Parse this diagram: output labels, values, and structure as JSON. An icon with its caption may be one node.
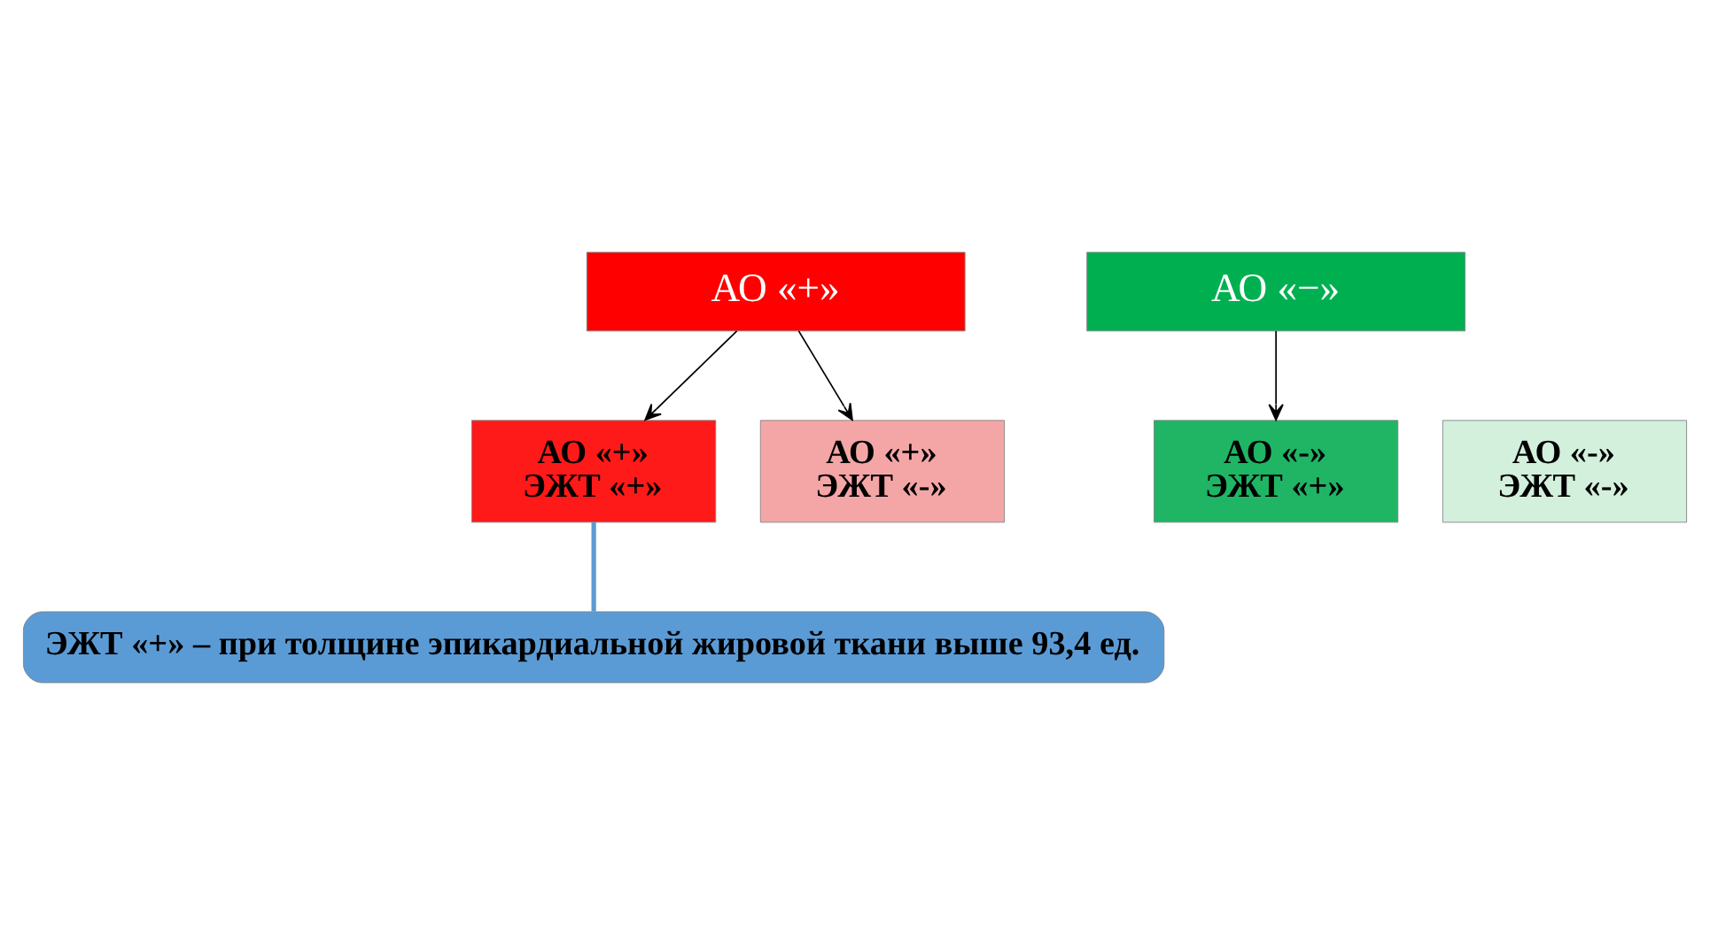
{
  "diagram": {
    "nodes": [
      {
        "text": [
          "АО «+»"
        ]
      },
      {
        "text": [
          "АО «−»"
        ]
      },
      {
        "text": [
          "АО «+»",
          "ЭЖТ «+»"
        ]
      },
      {
        "text": [
          "АО «+»",
          "ЭЖТ «-»"
        ]
      },
      {
        "text": [
          "АО «-»",
          "ЭЖТ «+»"
        ]
      },
      {
        "text": [
          "АО «-»",
          "ЭЖТ «-»"
        ]
      },
      {
        "text": [
          "ЭЖТ «+» – при толщине эпикардиальной жировой ткани выше 93,4 ед."
        ]
      }
    ],
    "edges": [
      {
        "from": 0,
        "to": 2,
        "arrow": "to"
      },
      {
        "from": 0,
        "to": 3,
        "arrow": "to"
      },
      {
        "from": 1,
        "to": 4,
        "arrow": "to"
      },
      {
        "from": 6,
        "to": 2,
        "arrow": "none",
        "color": "#5b9bd5",
        "style": "thick"
      }
    ]
  }
}
